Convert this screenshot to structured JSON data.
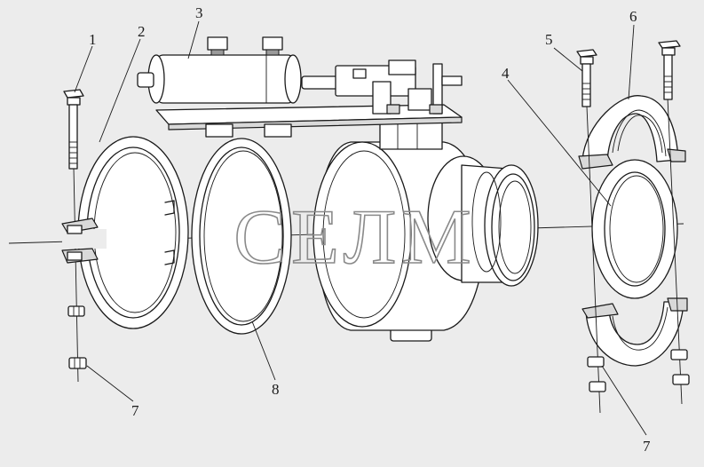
{
  "watermark": "СЕЛМ",
  "callouts": {
    "c1": "1",
    "c2": "2",
    "c3": "3",
    "c4": "4",
    "c5": "5",
    "c6": "6",
    "c7_left": "7",
    "c7_right": "7",
    "c8": "8"
  }
}
